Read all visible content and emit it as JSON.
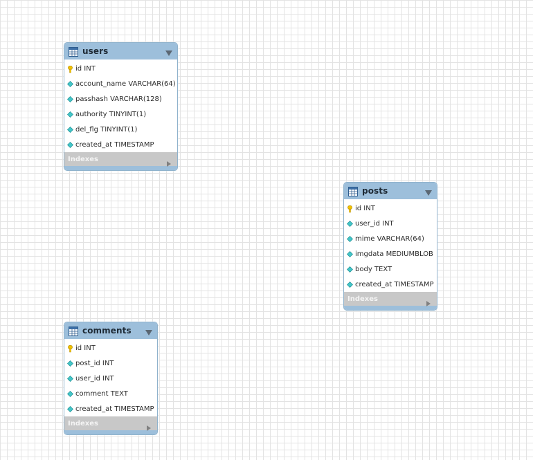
{
  "colors": {
    "header_bg": "#9dbfdb",
    "indexes_bg": "#c8c8c8",
    "grid_line": "#e3e3e3",
    "pk_icon": "#f2c200",
    "column_icon": "#43c6c9"
  },
  "tables": [
    {
      "name": "users",
      "icon": "table-icon",
      "collapse_icon": "chevron-down-icon",
      "columns": [
        {
          "text": "id INT",
          "icon": "primary-key-icon"
        },
        {
          "text": "account_name VARCHAR(64)",
          "icon": "column-diamond-icon"
        },
        {
          "text": "passhash VARCHAR(128)",
          "icon": "column-diamond-icon"
        },
        {
          "text": "authority TINYINT(1)",
          "icon": "column-diamond-icon"
        },
        {
          "text": "del_flg TINYINT(1)",
          "icon": "column-diamond-icon"
        },
        {
          "text": "created_at TIMESTAMP",
          "icon": "column-diamond-icon"
        }
      ],
      "indexes_label": "Indexes"
    },
    {
      "name": "posts",
      "icon": "table-icon",
      "collapse_icon": "chevron-down-icon",
      "columns": [
        {
          "text": "id INT",
          "icon": "primary-key-icon"
        },
        {
          "text": "user_id INT",
          "icon": "column-diamond-icon"
        },
        {
          "text": "mime VARCHAR(64)",
          "icon": "column-diamond-icon"
        },
        {
          "text": "imgdata MEDIUMBLOB",
          "icon": "column-diamond-icon"
        },
        {
          "text": "body TEXT",
          "icon": "column-diamond-icon"
        },
        {
          "text": "created_at TIMESTAMP",
          "icon": "column-diamond-icon"
        }
      ],
      "indexes_label": "Indexes"
    },
    {
      "name": "comments",
      "icon": "table-icon",
      "collapse_icon": "chevron-down-icon",
      "columns": [
        {
          "text": "id INT",
          "icon": "primary-key-icon"
        },
        {
          "text": "post_id INT",
          "icon": "column-diamond-icon"
        },
        {
          "text": "user_id INT",
          "icon": "column-diamond-icon"
        },
        {
          "text": "comment TEXT",
          "icon": "column-diamond-icon"
        },
        {
          "text": "created_at TIMESTAMP",
          "icon": "column-diamond-icon"
        }
      ],
      "indexes_label": "Indexes"
    }
  ]
}
